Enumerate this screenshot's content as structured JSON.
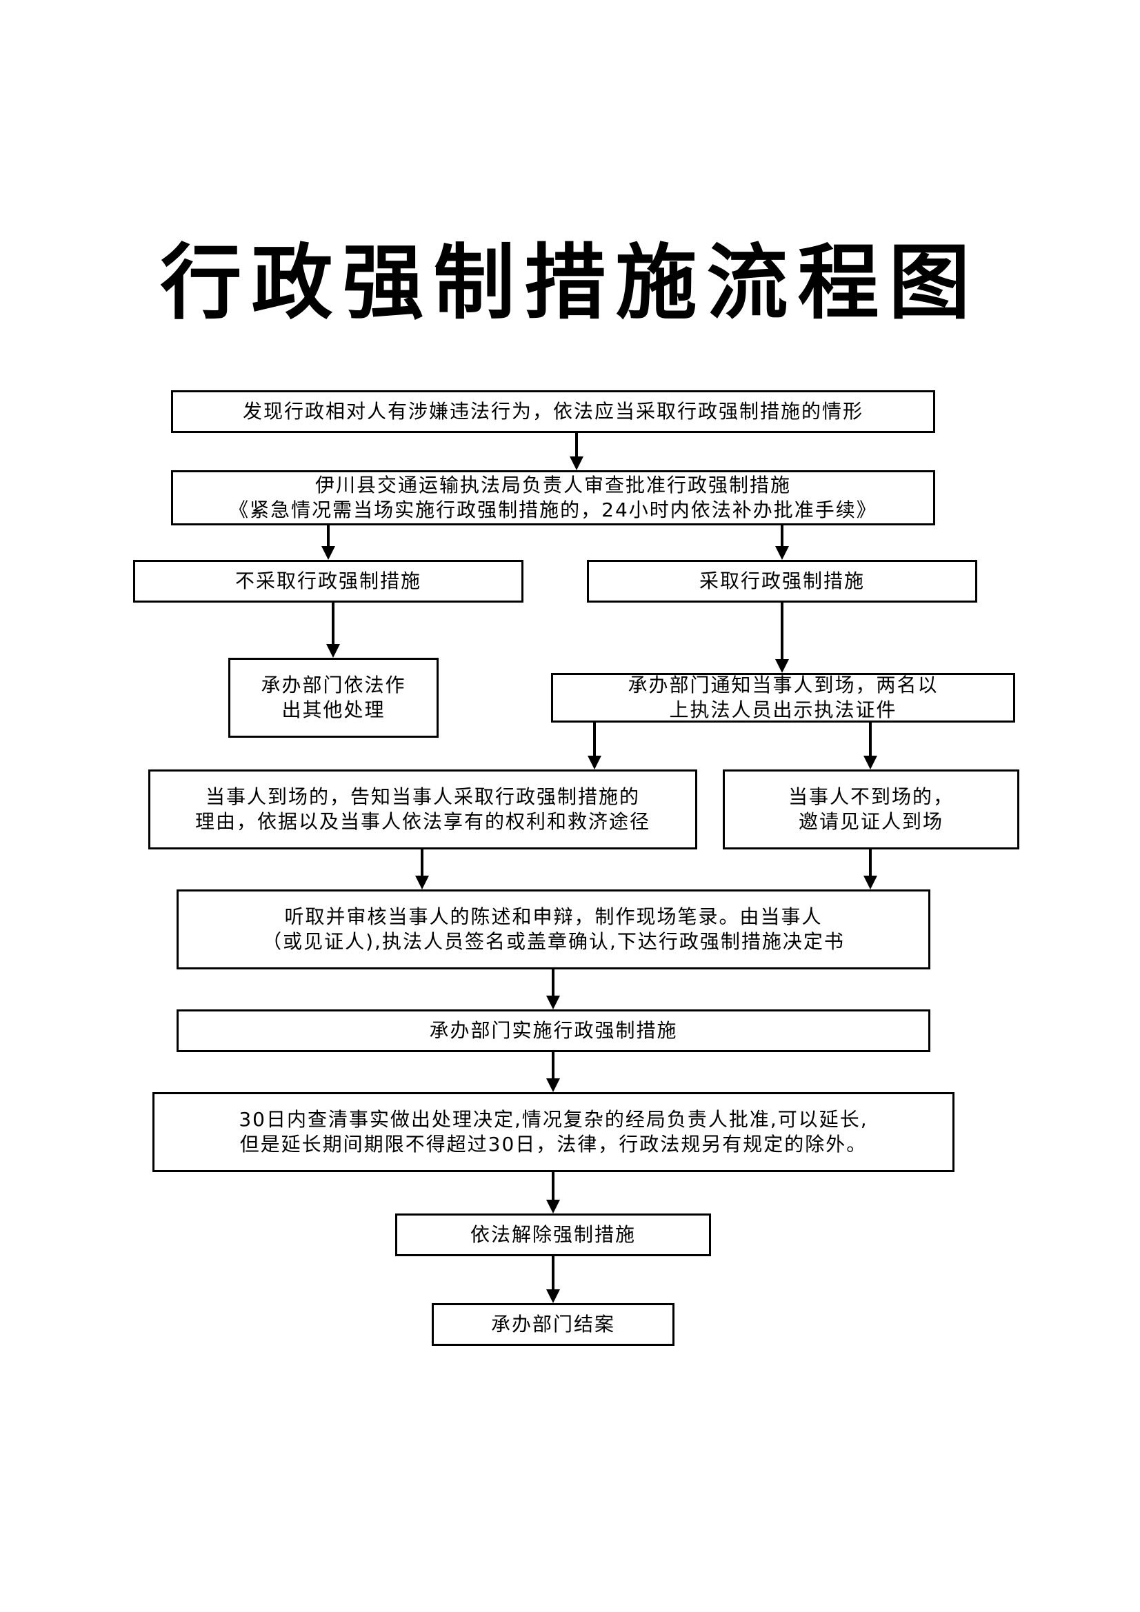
{
  "title": "行政强制措施流程图",
  "nodes": {
    "start": {
      "lines": [
        "发现行政相对人有涉嫌违法行为，依法应当采取行政强制措施的情形"
      ]
    },
    "approve": {
      "lines": [
        "伊川县交通运输执法局负责人审查批准行政强制措施",
        "《紧急情况需当场实施行政强制措施的，24小时内依法补办批准手续》"
      ]
    },
    "not_take": {
      "lines": [
        "不采取行政强制措施"
      ]
    },
    "take": {
      "lines": [
        "采取行政强制措施"
      ]
    },
    "other_handling": {
      "lines": [
        "承办部门依法作",
        "出其他处理"
      ]
    },
    "notify": {
      "lines": [
        "承办部门通知当事人到场，两名以",
        "上执法人员出示执法证件"
      ]
    },
    "present": {
      "lines": [
        "当事人到场的，告知当事人采取行政强制措施的",
        "理由，依据以及当事人依法享有的权利和救济途径"
      ]
    },
    "absent": {
      "lines": [
        "当事人不到场的，",
        "邀请见证人到场"
      ]
    },
    "record": {
      "lines": [
        "听取并审核当事人的陈述和申辩，制作现场笔录。由当事人",
        "（或见证人),执法人员签名或盖章确认,下达行政强制措施决定书"
      ]
    },
    "implement": {
      "lines": [
        "承办部门实施行政强制措施"
      ]
    },
    "decide": {
      "lines": [
        "30日内查清事实做出处理决定,情况复杂的经局负责人批准,可以延长,",
        "但是延长期间期限不得超过30日，法律，行政法规另有规定的除外。"
      ]
    },
    "release": {
      "lines": [
        "依法解除强制措施"
      ]
    },
    "close": {
      "lines": [
        "承办部门结案"
      ]
    }
  }
}
